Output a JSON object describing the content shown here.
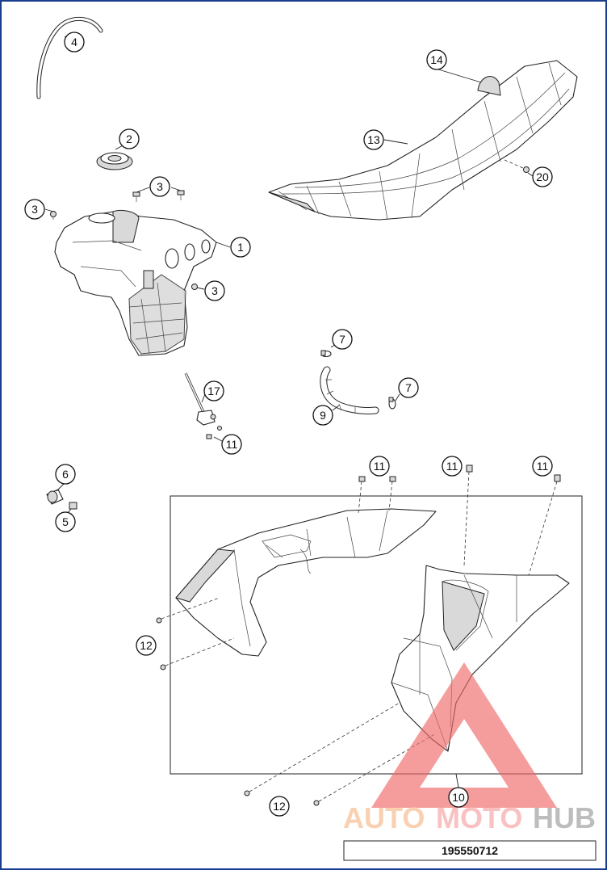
{
  "diagram": {
    "drawing_number": "195550712",
    "watermark": {
      "part1": "AUTO",
      "part2": "MOTO",
      "part3": "HUB",
      "colors": {
        "auto": "#f6b98a",
        "moto": "#f7a0a0",
        "hub": "#9a9a9a",
        "triangle": "#f06a6a"
      }
    },
    "callouts": {
      "c1": "1",
      "c2": "2",
      "c3a": "3",
      "c3b": "3",
      "c3c": "3",
      "c4": "4",
      "c5": "5",
      "c6": "6",
      "c7a": "7",
      "c7b": "7",
      "c9": "9",
      "c10": "10",
      "c11a": "11",
      "c11b": "11",
      "c11c": "11",
      "c11d": "11",
      "c12a": "12",
      "c12b": "12",
      "c13": "13",
      "c14": "14",
      "c17": "17",
      "c20": "20"
    }
  }
}
